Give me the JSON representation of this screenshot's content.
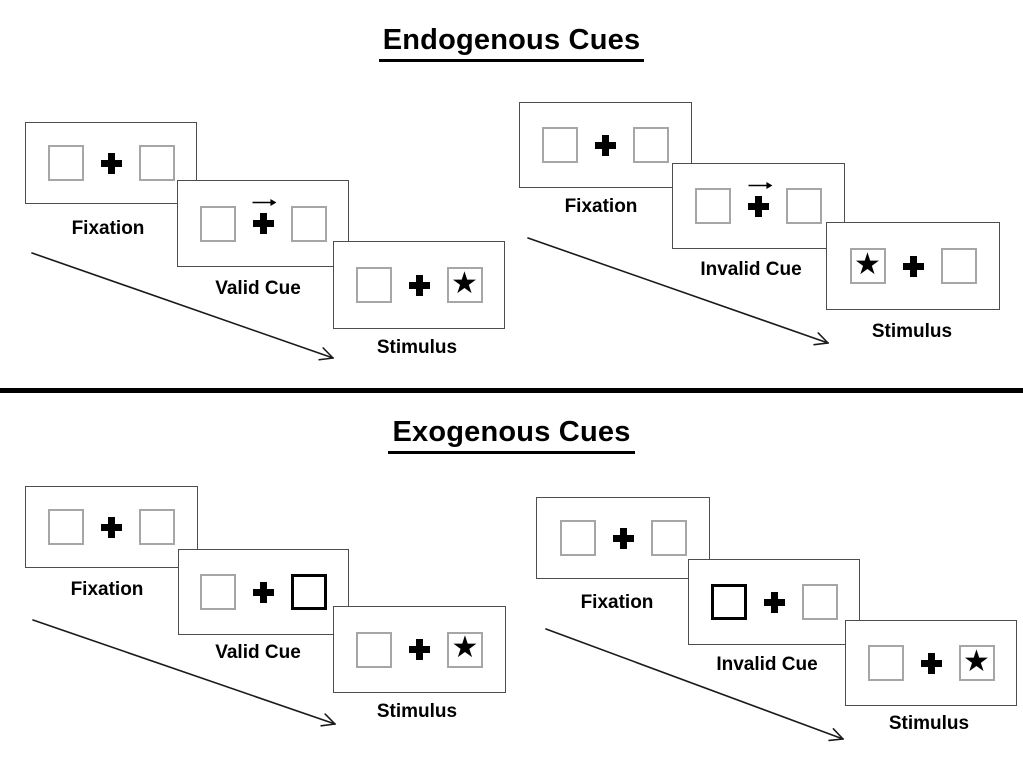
{
  "figure": {
    "sections": [
      {
        "title": "Endogenous Cues",
        "groups": [
          {
            "id": "endogenous-valid",
            "panels": [
              {
                "label": "Fixation",
                "left_box": "empty",
                "right_box": "empty",
                "cue_arrow": false
              },
              {
                "label": "Valid Cue",
                "left_box": "empty",
                "right_box": "empty",
                "cue_arrow": true
              },
              {
                "label": "Stimulus",
                "left_box": "empty",
                "right_box": "star",
                "cue_arrow": false
              }
            ]
          },
          {
            "id": "endogenous-invalid",
            "panels": [
              {
                "label": "Fixation",
                "left_box": "empty",
                "right_box": "empty",
                "cue_arrow": false
              },
              {
                "label": "Invalid Cue",
                "left_box": "empty",
                "right_box": "empty",
                "cue_arrow": true
              },
              {
                "label": "Stimulus",
                "left_box": "star",
                "right_box": "empty",
                "cue_arrow": false
              }
            ]
          }
        ]
      },
      {
        "title": "Exogenous Cues",
        "groups": [
          {
            "id": "exogenous-valid",
            "panels": [
              {
                "label": "Fixation",
                "left_box": "empty",
                "right_box": "empty"
              },
              {
                "label": "Valid Cue",
                "left_box": "empty",
                "right_box": "highlight"
              },
              {
                "label": "Stimulus",
                "left_box": "empty",
                "right_box": "star"
              }
            ]
          },
          {
            "id": "exogenous-invalid",
            "panels": [
              {
                "label": "Fixation",
                "left_box": "empty",
                "right_box": "empty"
              },
              {
                "label": "Invalid Cue",
                "left_box": "highlight",
                "right_box": "empty"
              },
              {
                "label": "Stimulus",
                "left_box": "empty",
                "right_box": "star"
              }
            ]
          }
        ]
      }
    ],
    "icons": {
      "star_glyph": "★",
      "fixation_cross": "heavy-plus-cross",
      "cue_arrow": "right-arrow",
      "sequence_arrow": "diagonal-down-right-arrow"
    },
    "colors": {
      "ink": "#000000",
      "panel_border": "#4d4d4d",
      "box_border": "#a6a6a6",
      "highlight_border": "#000000",
      "background": "#ffffff"
    }
  }
}
